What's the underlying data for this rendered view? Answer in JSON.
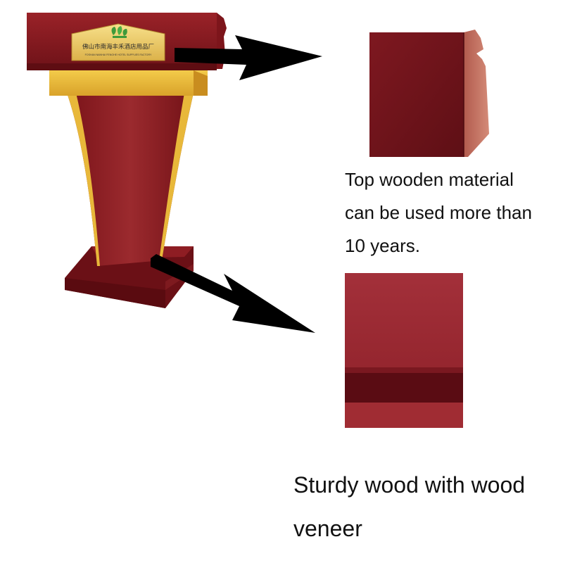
{
  "colors": {
    "mahogany": "#8a1a1f",
    "mahogany_dark": "#5e0d12",
    "gold": "#e8b83a",
    "arrow": "#000000",
    "text": "#111111"
  },
  "plaque": {
    "title": "佛山市南海丰禾酒店用品厂",
    "subtitle": "FOSHAN NANHAI FENGHE HOTEL SUPPLIES FACTORY",
    "logo": "green-leaf-logo"
  },
  "captions": {
    "top": {
      "line1": "Top wooden material",
      "line2": "can be used more than",
      "line3": "10 years."
    },
    "bottom": {
      "line1": "Sturdy wood with wood",
      "line2": "veneer"
    }
  }
}
